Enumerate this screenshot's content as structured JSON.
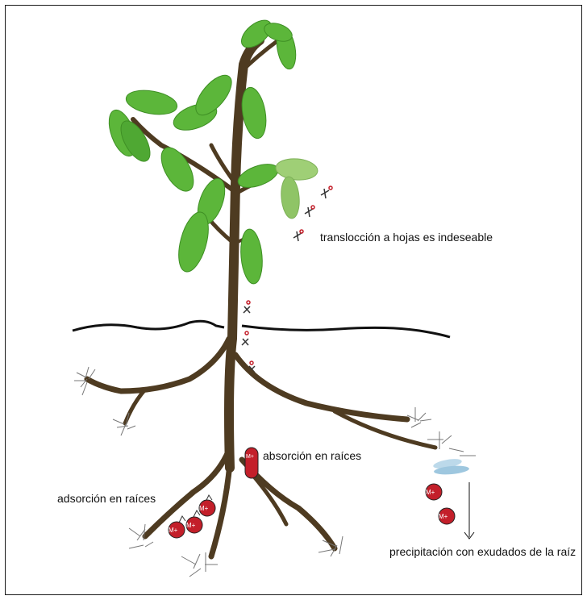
{
  "labels": {
    "translocation": "translocción a hojas es indeseable",
    "absorption": "absorción en raíces",
    "adsorption": "adsorción en raíces",
    "precipitation": "precipitación con exudados de la raíz"
  },
  "ion_label": "M+",
  "colors": {
    "stem": "#4e3b21",
    "leaf": "#5cb63a",
    "leaf_dark": "#3e8f24",
    "leaf_light": "#9fcf76",
    "ion": "#c31f2a",
    "root_hair": "#777777",
    "ground": "#111111"
  }
}
